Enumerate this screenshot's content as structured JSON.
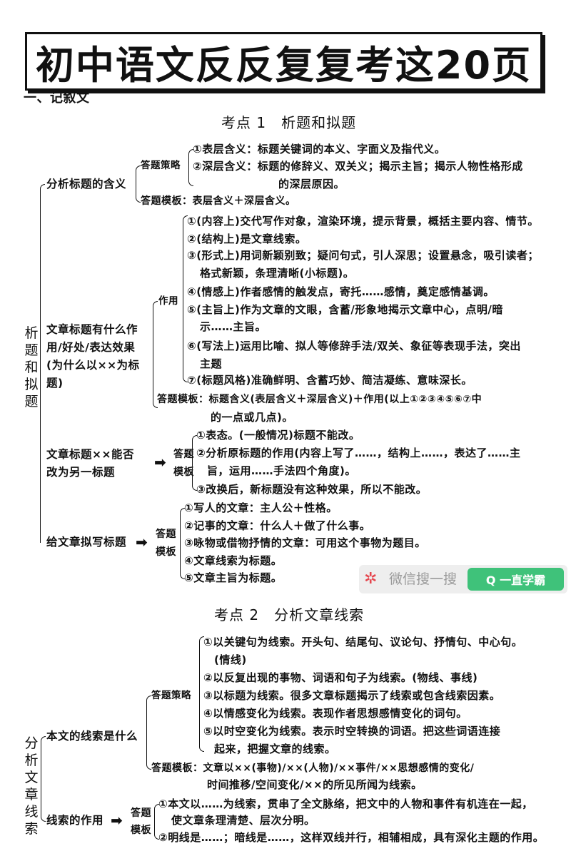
{
  "title": "初中语文反反复复考这20页",
  "section": "一、记叙文",
  "kaodian1": {
    "heading": "考点 1　析题和拟题",
    "side_label": "析题和拟题",
    "b1": {
      "label": "分析标题的含义",
      "strategy_label": "答题策略",
      "s1": "①表层含义：标题关键词的本义、字面义及指代义。",
      "s2": "②深层含义：标题的修辞义、双关义；揭示主旨；揭示人物性格形成",
      "s2b": "的深层原因。",
      "template": "答题模板：表层含义＋深层含义。"
    },
    "b2": {
      "label_lines": [
        "文章标题有什么作",
        "用/好处/表达效果",
        "(为什么以××为标",
        "题)"
      ],
      "effect_label": "作用",
      "items": [
        "①(内容上)交代写作对象，渲染环境，提示背景，概括主要内容、情节。",
        "②(结构上)是文章线索。",
        "③(形式上)用词新颖别致；疑问句式，引人深思；设置悬念，吸引读者；",
        "格式新颖，条理清晰(小标题)。",
        "④(情感上)作者感情的触发点，寄托……感情，奠定感情基调。",
        "⑤(主旨上)作为文章的文眼，含蓄/形象地揭示文章中心，点明/暗",
        "示……主旨。",
        "⑥(写法上)运用比喻、拟人等修辞手法/双关、象征等表现手法，突出",
        "主题",
        "⑦(标题风格)准确鲜明、含蓄巧妙、简洁凝练、意味深长。"
      ],
      "template": "答题模板：标题含义(表层含义＋深层含义)＋作用(以上①②③④⑤⑥⑦中",
      "template_b": "的一点或几点)。"
    },
    "b3": {
      "label_lines": [
        "文章标题××能否",
        "改为另一标题"
      ],
      "tpl_lines": [
        "答题",
        "模板"
      ],
      "items": [
        "①表态。(一般情况)标题不能改。",
        "②分析原标题的作用(内容上写了……，结构上……，表达了……主",
        "旨，运用……手法四个角度)。",
        "③改换后，新标题没有这种效果，所以不能改。"
      ]
    },
    "b4": {
      "label": "给文章拟写标题",
      "tpl_lines": [
        "答题",
        "模板"
      ],
      "items": [
        "①写人的文章：主人公＋性格。",
        "②记事的文章：什么人＋做了什么事。",
        "③咏物或借物抒情的文章：可用这个事物为题目。",
        "④文章线索为标题。",
        "⑤文章主旨为标题。"
      ]
    }
  },
  "kaodian2": {
    "heading": "考点 2　分析文章线索",
    "side_label": "分析文章线索",
    "b1": {
      "label": "本文的线索是什么",
      "strategy_label": "答题策略",
      "items": [
        "①以关键句为线索。开头句、结尾句、议论句、抒情句、中心句。",
        "(情线)",
        "②以反复出现的事物、词语和句子为线索。(物线、事线)",
        "③以标题为线索。很多文章标题揭示了线索或包含线索因素。",
        "④以情感变化为线索。表现作者思想感情变化的词句。",
        "⑤以时空变化为线索。表示时空转换的词语。把这些词语连接",
        "起来，把握文章的线索。"
      ],
      "template": "答题模板：文章以××(事物)/××(人物)/××事件/××思想感情的变化/",
      "template_b": "时间推移/空间变化/××的所见所闻为线索。"
    },
    "b2": {
      "label": "线索的作用",
      "tpl_lines": [
        "答题",
        "模板"
      ],
      "items": [
        "①本文以……为线索，贯串了全文脉络，把文中的人物和事件有机连在一起，",
        "使文章条理清楚、层次分明。",
        "②明线是……；暗线是……，这样双线并行，相辅相成，具有深化主题的作用。"
      ]
    }
  },
  "watermark": {
    "logo": "✲",
    "text": "微信搜一搜",
    "button": "Q 一直学霸"
  }
}
